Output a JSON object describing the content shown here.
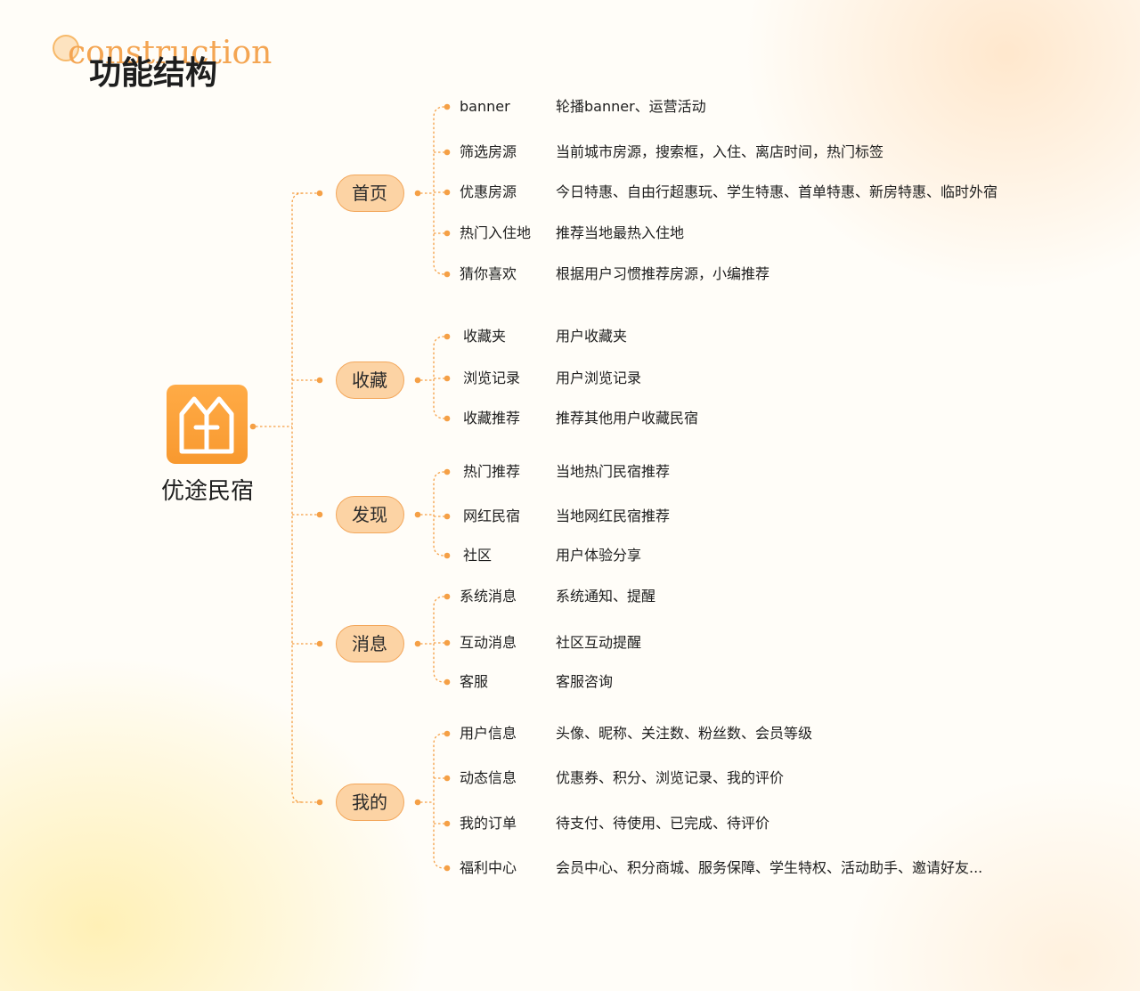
{
  "header": {
    "title_en": "construction",
    "title_cn": "功能结构"
  },
  "app": {
    "name": "优途民宿",
    "logo_icon": "house-icon",
    "accent_color": "#f5a046"
  },
  "categories": [
    {
      "label": "首页",
      "items": [
        {
          "name": "banner",
          "desc": "轮播banner、运营活动"
        },
        {
          "name": "筛选房源",
          "desc": "当前城市房源，搜索框，入住、离店时间，热门标签"
        },
        {
          "name": "优惠房源",
          "desc": "今日特惠、自由行超惠玩、学生特惠、首单特惠、新房特惠、临时外宿"
        },
        {
          "name": "热门入住地",
          "desc": "推荐当地最热入住地"
        },
        {
          "name": "猜你喜欢",
          "desc": "根据用户习惯推荐房源，小编推荐"
        }
      ]
    },
    {
      "label": "收藏",
      "items": [
        {
          "name": "收藏夹",
          "desc": "用户收藏夹"
        },
        {
          "name": "浏览记录",
          "desc": "用户浏览记录"
        },
        {
          "name": "收藏推荐",
          "desc": "推荐其他用户收藏民宿"
        }
      ]
    },
    {
      "label": "发现",
      "items": [
        {
          "name": "热门推荐",
          "desc": "当地热门民宿推荐"
        },
        {
          "name": "网红民宿",
          "desc": "当地网红民宿推荐"
        },
        {
          "name": "社区",
          "desc": "用户体验分享"
        }
      ]
    },
    {
      "label": "消息",
      "items": [
        {
          "name": "系统消息",
          "desc": "系统通知、提醒"
        },
        {
          "name": "互动消息",
          "desc": "社区互动提醒"
        },
        {
          "name": "客服",
          "desc": "客服咨询"
        }
      ]
    },
    {
      "label": "我的",
      "items": [
        {
          "name": "用户信息",
          "desc": "头像、昵称、关注数、粉丝数、会员等级"
        },
        {
          "name": "动态信息",
          "desc": "优惠券、积分、浏览记录、我的评价"
        },
        {
          "name": "我的订单",
          "desc": "待支付、待使用、已完成、待评价"
        },
        {
          "name": "福利中心",
          "desc": "会员中心、积分商城、服务保障、学生特权、活动助手、邀请好友..."
        }
      ]
    }
  ]
}
